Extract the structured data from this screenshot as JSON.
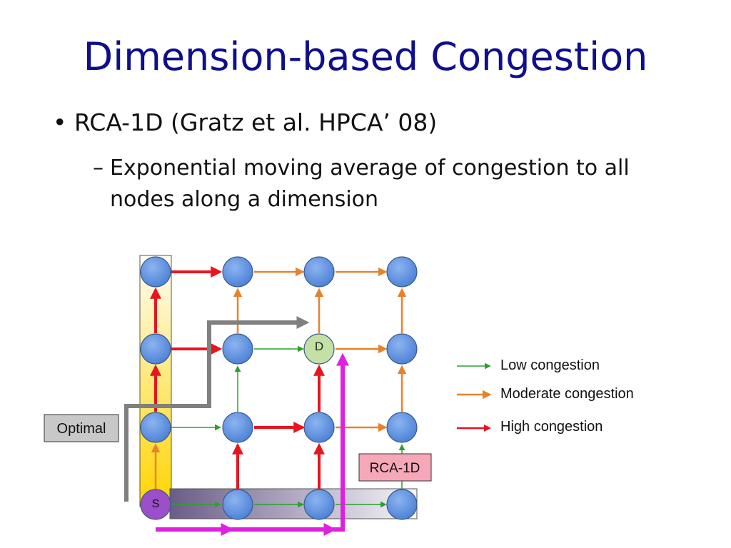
{
  "slide": {
    "title": "Dimension-based Congestion",
    "bullet": "RCA-1D (Gratz et al. HPCA’ 08)",
    "subbullet_dash": "–",
    "subbullet": "Exponential moving average of congestion to all nodes along a dimension"
  },
  "diagram": {
    "source_label": "S",
    "dest_label": "D",
    "optimal_label": "Optimal",
    "rca_label": "RCA-1D",
    "legend": [
      {
        "label": "Low congestion",
        "color": "#2ca02c"
      },
      {
        "label": "Moderate congestion",
        "color": "#e8822a"
      },
      {
        "label": "High congestion",
        "color": "#e8141e"
      }
    ],
    "colors": {
      "node": "#5b8fe0",
      "source_node": "#9b4fc8",
      "dest_node": "#c5e0a5",
      "optimal_path": "#808080",
      "rca_path": "#e020e0",
      "optimal_box": "#c8c8c8",
      "rca_box": "#f7a8b8"
    }
  }
}
